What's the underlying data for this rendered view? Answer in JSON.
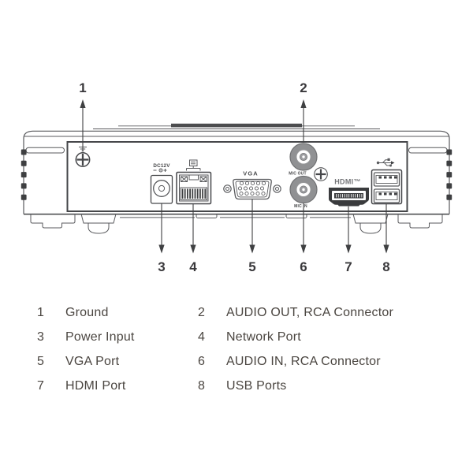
{
  "colors": {
    "line": "#595a5d",
    "panel_border": "#46474a",
    "callout": "#3f4042",
    "legend_text": "#4a4540",
    "rca_fill": "#909193",
    "hdmi_fill": "#3a3b3d",
    "vent_fill": "#3e3f41",
    "top_strip": "#4c4d4f"
  },
  "diagram": {
    "callouts": [
      {
        "num": "1"
      },
      {
        "num": "2"
      },
      {
        "num": "3"
      },
      {
        "num": "4"
      },
      {
        "num": "5"
      },
      {
        "num": "6"
      },
      {
        "num": "7"
      },
      {
        "num": "8"
      }
    ],
    "port_labels": {
      "power": "DC12V",
      "vga": "VGA",
      "audio_out": "MIC OUT",
      "audio_in": "MIC IN",
      "hdmi": "HDMI™"
    }
  },
  "legend": {
    "items": [
      {
        "num": "1",
        "label": "Ground"
      },
      {
        "num": "2",
        "label": "AUDIO OUT, RCA Connector"
      },
      {
        "num": "3",
        "label": "Power Input"
      },
      {
        "num": "4",
        "label": "Network Port"
      },
      {
        "num": "5",
        "label": "VGA Port"
      },
      {
        "num": "6",
        "label": "AUDIO IN, RCA Connector"
      },
      {
        "num": "7",
        "label": "HDMI Port"
      },
      {
        "num": "8",
        "label": "USB Ports"
      }
    ]
  }
}
